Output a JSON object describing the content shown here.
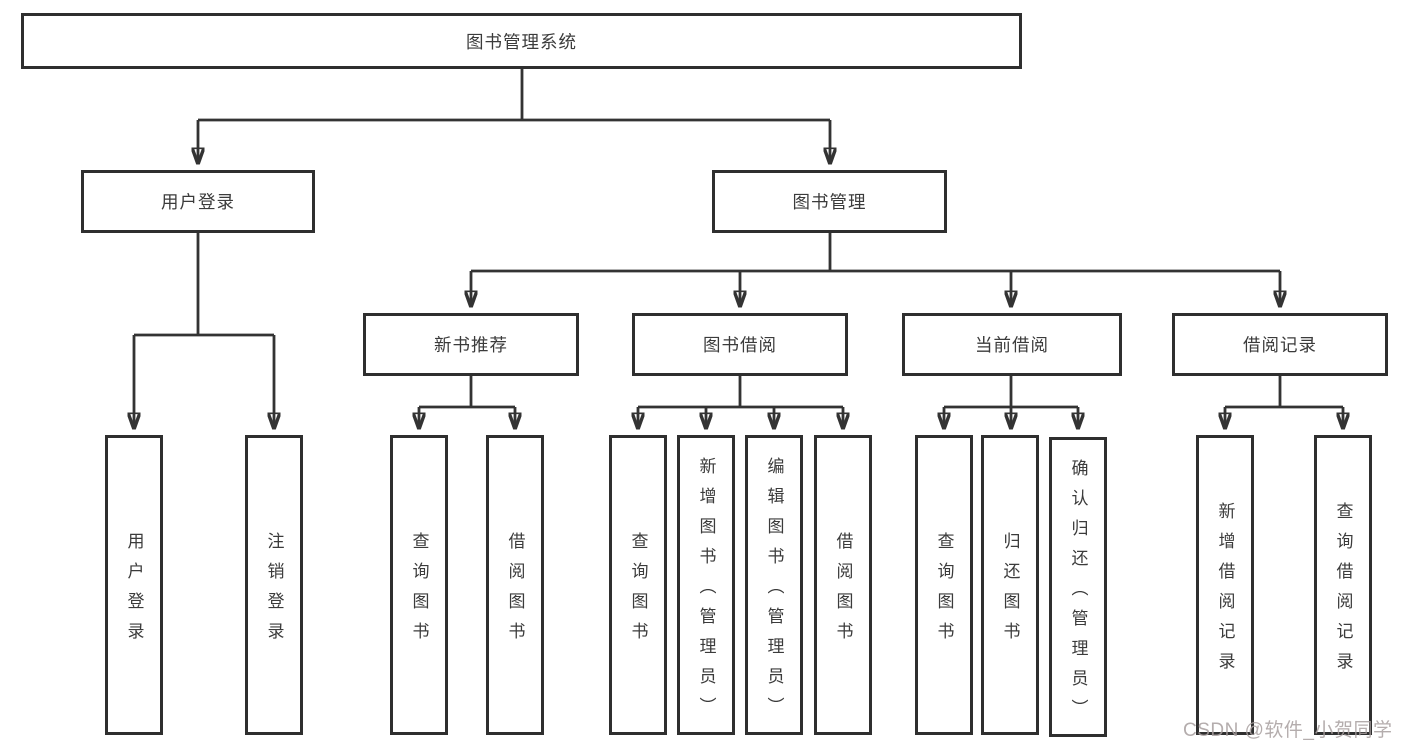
{
  "tree": {
    "label": "图书管理系统",
    "children": [
      {
        "label": "用户登录",
        "children": [
          {
            "label": "用户登录"
          },
          {
            "label": "注销登录"
          }
        ]
      },
      {
        "label": "图书管理",
        "children": [
          {
            "label": "新书推荐",
            "children": [
              {
                "label": "查询图书"
              },
              {
                "label": "借阅图书"
              }
            ]
          },
          {
            "label": "图书借阅",
            "children": [
              {
                "label": "查询图书"
              },
              {
                "label": "新增图书（管理员）"
              },
              {
                "label": "编辑图书（管理员）"
              },
              {
                "label": "借阅图书"
              }
            ]
          },
          {
            "label": "当前借阅",
            "children": [
              {
                "label": "查询图书"
              },
              {
                "label": "归还图书"
              },
              {
                "label": "确认归还（管理员）"
              }
            ]
          },
          {
            "label": "借阅记录",
            "children": [
              {
                "label": "新增借阅记录"
              },
              {
                "label": "查询借阅记录"
              }
            ]
          }
        ]
      }
    ]
  },
  "watermark": {
    "text": "CSDN @软件_小贺同学",
    "color": "#a89f9f"
  },
  "colors": {
    "line": "#333333",
    "box_border": "#2f2f2f",
    "box_background": "#ffffff",
    "label_text": "#3b3b3b",
    "page_background": "#ffffff"
  }
}
